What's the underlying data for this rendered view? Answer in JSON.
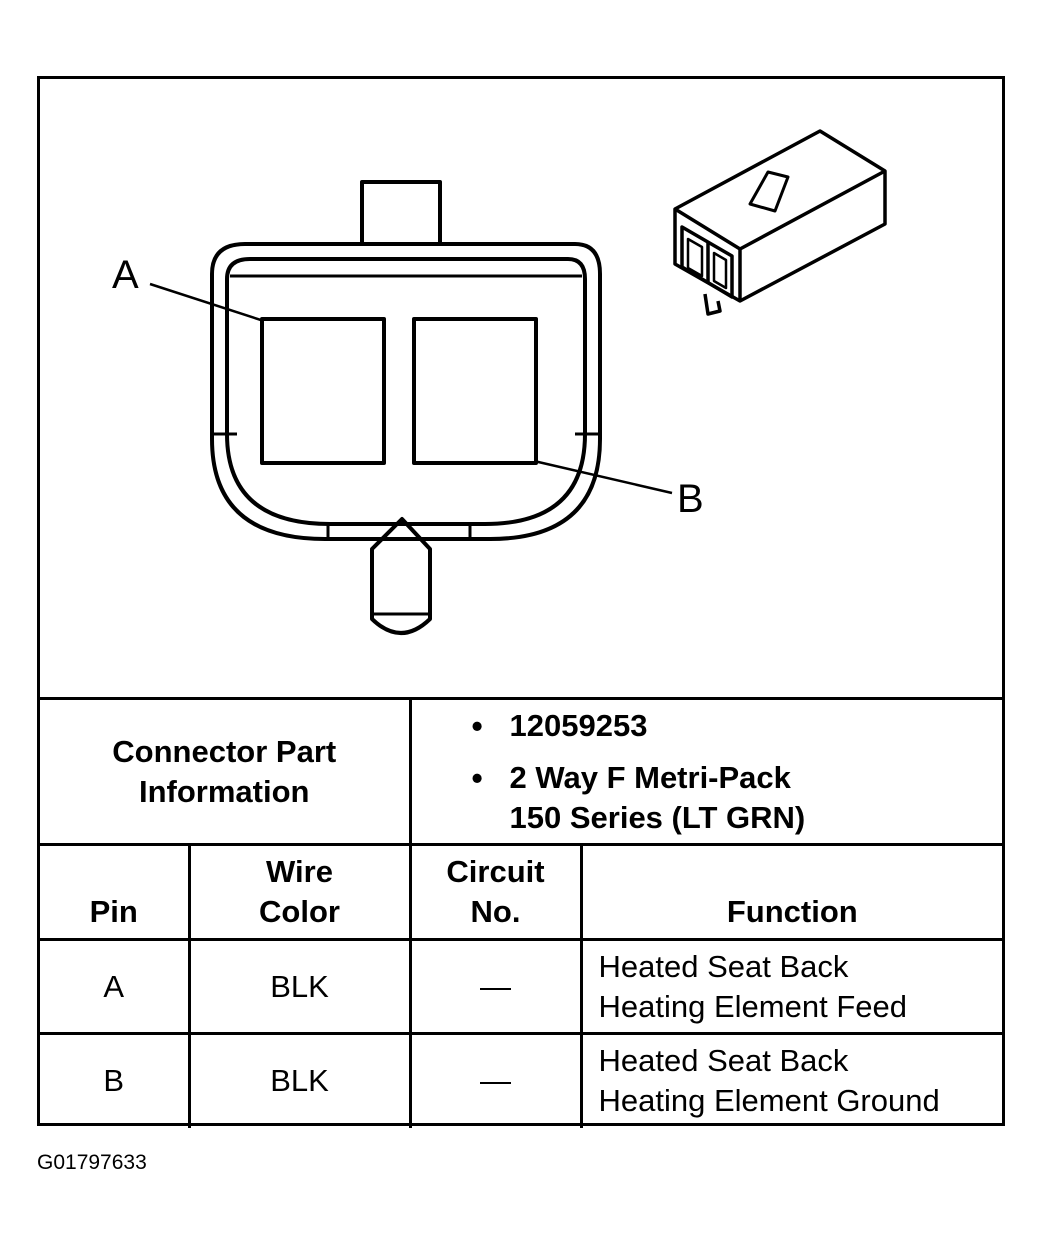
{
  "diagram": {
    "pin_labels": [
      "A",
      "B"
    ]
  },
  "table": {
    "connector_part_label": [
      "Connector Part",
      "Information"
    ],
    "part_info": [
      "12059253",
      "2 Way F Metri-Pack",
      "150 Series (LT GRN)"
    ],
    "headers": {
      "pin": "Pin",
      "wire_color": [
        "Wire",
        "Color"
      ],
      "circuit_no": [
        "Circuit",
        "No."
      ],
      "function": "Function"
    },
    "rows": [
      {
        "pin": "A",
        "wire_color": "BLK",
        "circuit_no": "—",
        "function": [
          "Heated Seat Back",
          "Heating Element Feed"
        ]
      },
      {
        "pin": "B",
        "wire_color": "BLK",
        "circuit_no": "—",
        "function": [
          "Heated Seat Back",
          "Heating Element Ground"
        ]
      }
    ]
  },
  "figure_id": "G01797633"
}
